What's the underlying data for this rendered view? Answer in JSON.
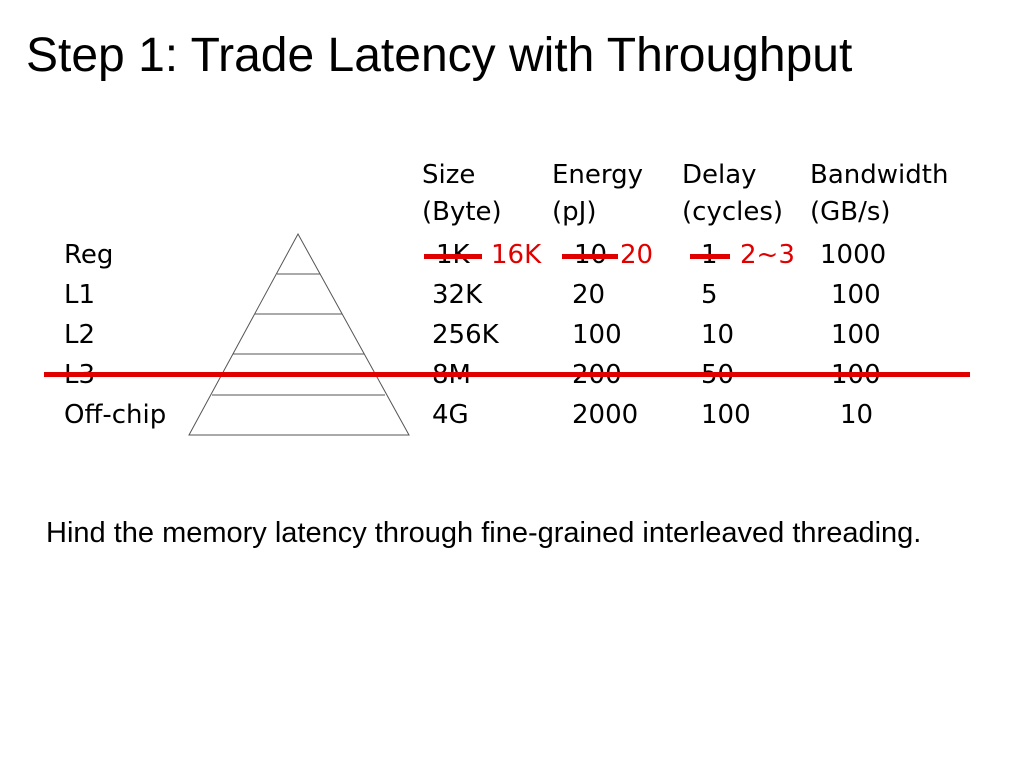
{
  "slide": {
    "title": "Step 1: Trade Latency with Throughput",
    "body": "Hind the memory latency through fine-grained interleaved threading."
  },
  "table": {
    "headers": [
      {
        "line1": "Size",
        "line2": "(Byte)"
      },
      {
        "line1": "Energy",
        "line2": "(pJ)"
      },
      {
        "line1": "Delay",
        "line2": "(cycles)"
      },
      {
        "line1": "Bandwidth",
        "line2": "(GB/s)"
      }
    ],
    "rows": [
      {
        "label": "Reg",
        "size": "1K",
        "energy": "10",
        "delay": "1",
        "bandwidth": "1000"
      },
      {
        "label": "L1",
        "size": "32K",
        "energy": "20",
        "delay": "5",
        "bandwidth": "100"
      },
      {
        "label": "L2",
        "size": "256K",
        "energy": "100",
        "delay": "10",
        "bandwidth": "100"
      },
      {
        "label": "L3",
        "size": "8M",
        "energy": "200",
        "delay": "50",
        "bandwidth": "100"
      },
      {
        "label": "Off-chip",
        "size": "4G",
        "energy": "2000",
        "delay": "100",
        "bandwidth": "10"
      }
    ],
    "revisions": {
      "size": "16K",
      "energy": "20",
      "delay": "2~3"
    }
  },
  "colors": {
    "annotation": "#e00000",
    "text": "#000000",
    "pyramid_stroke": "#555555"
  }
}
